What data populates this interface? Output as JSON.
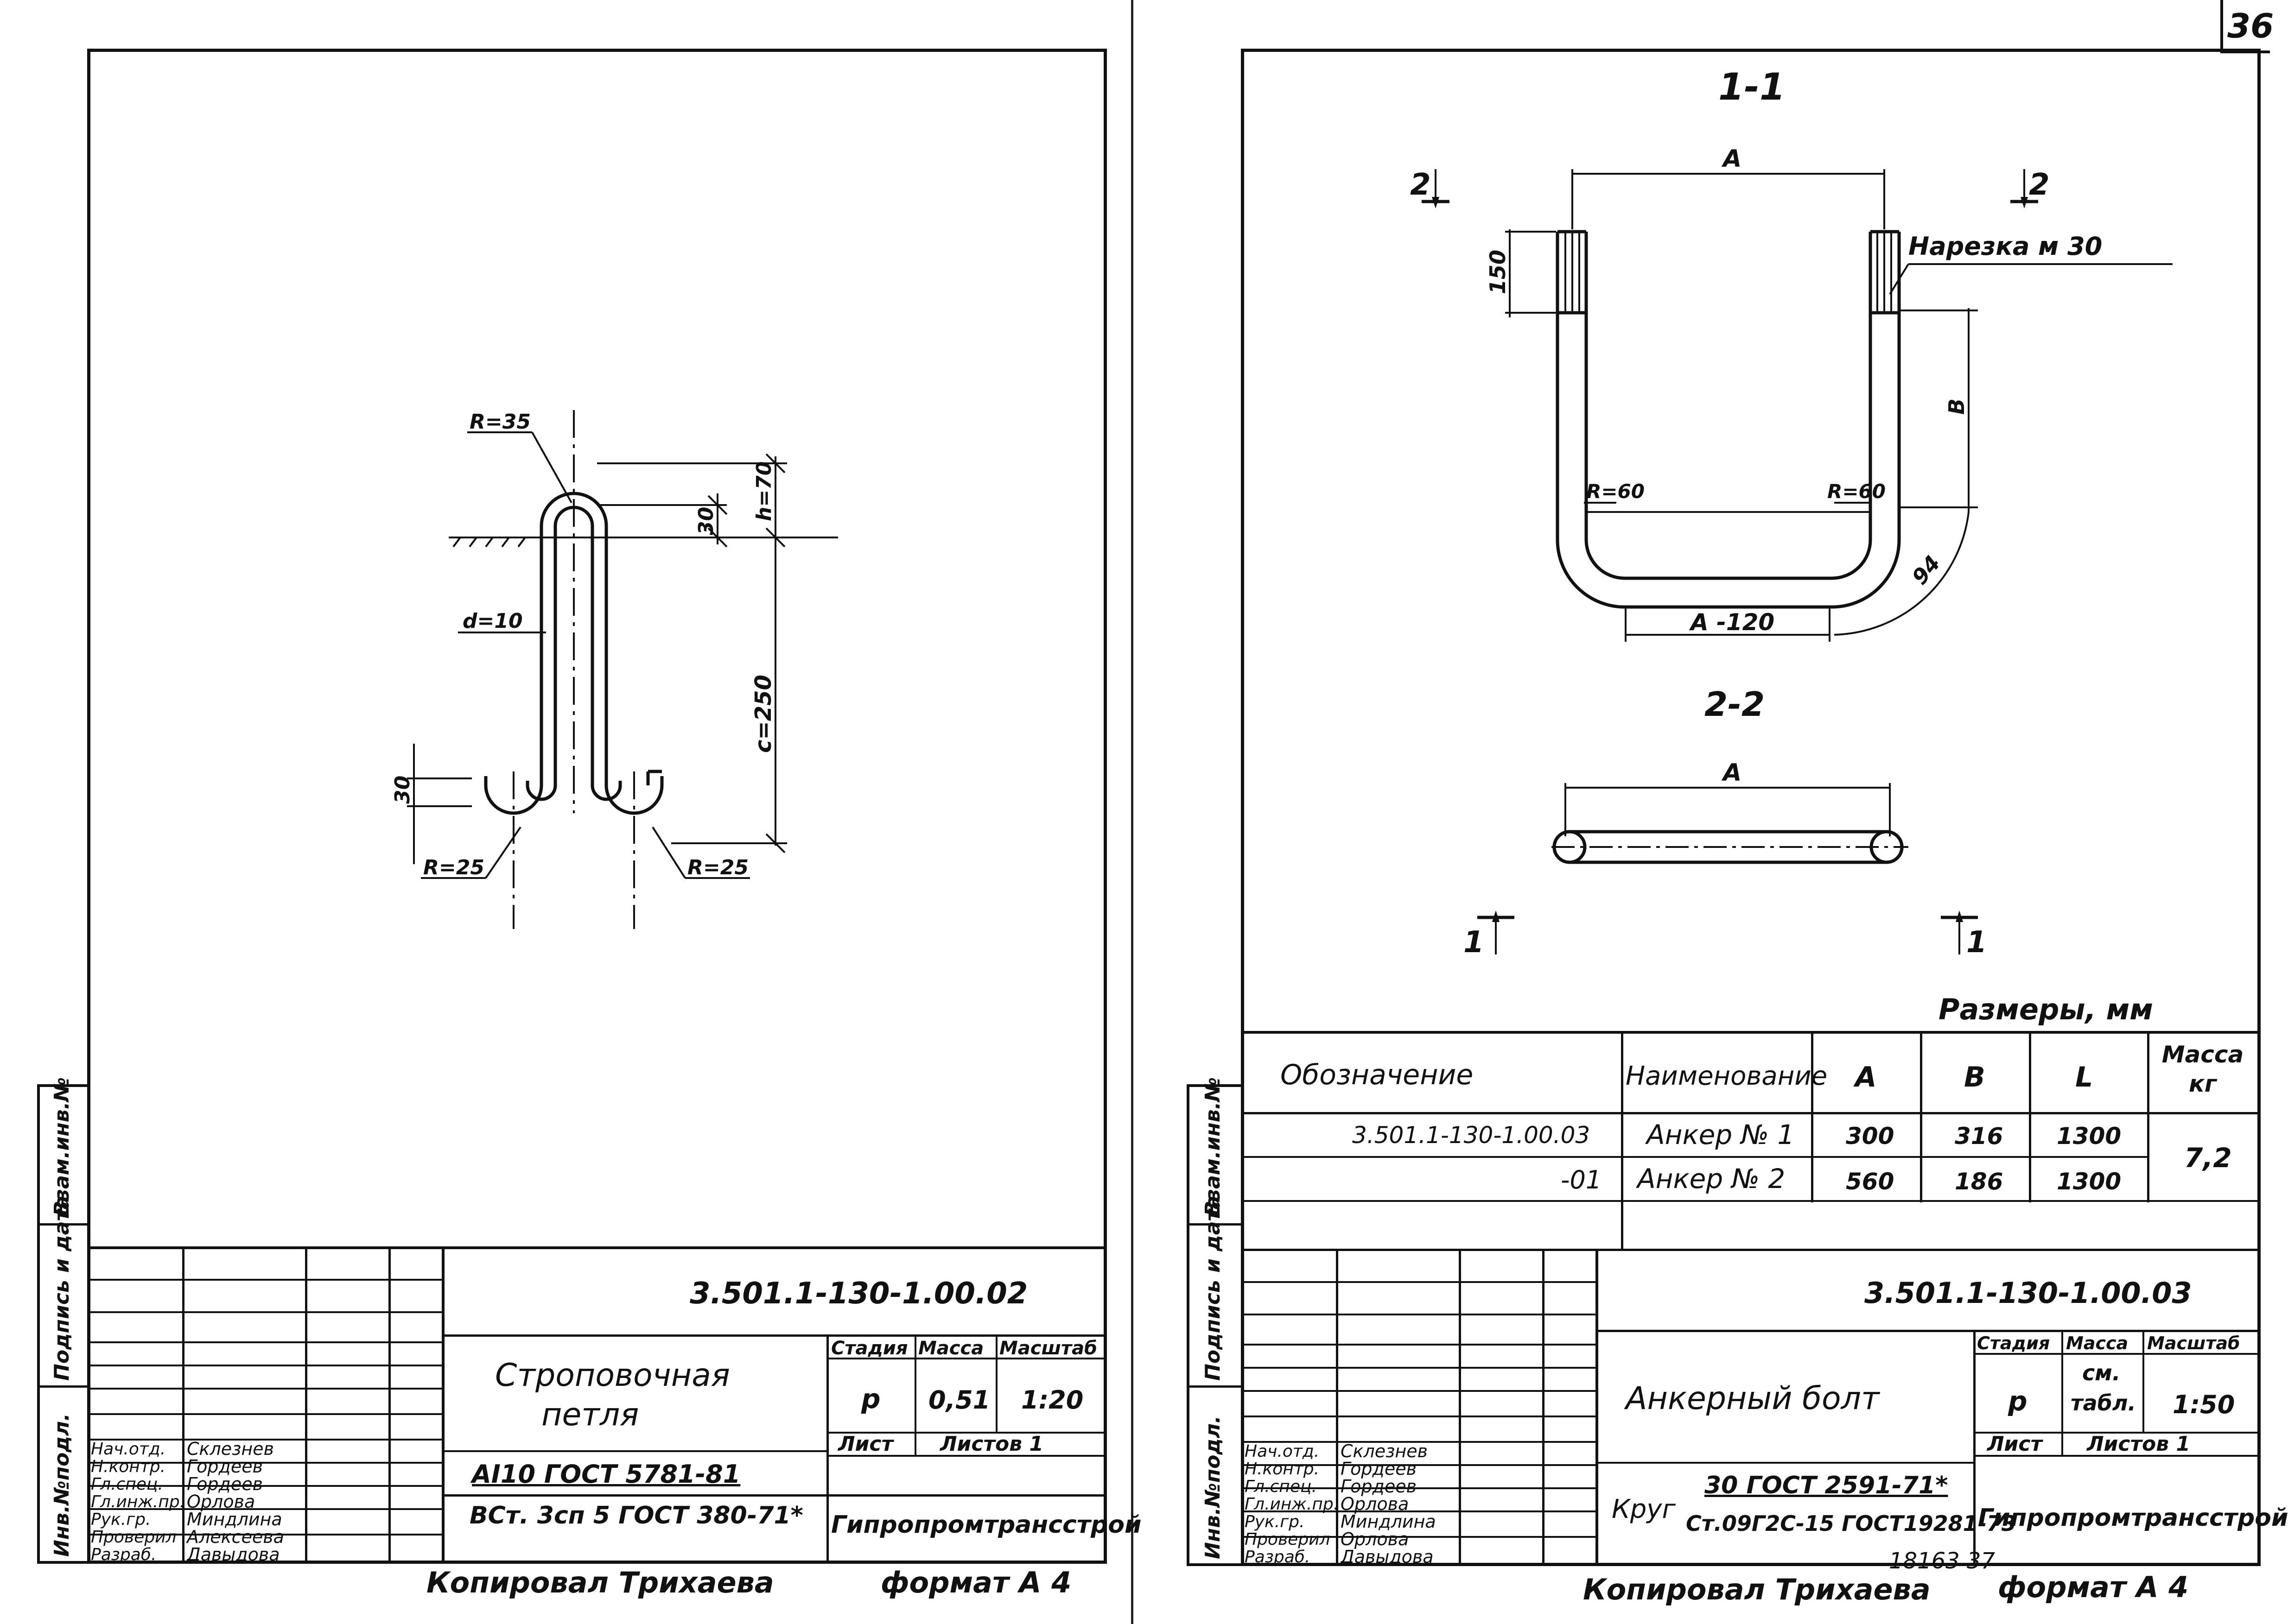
{
  "page_number": "36",
  "left_sheet": {
    "drawing": {
      "label_r35": "R=35",
      "label_h70": "h=70",
      "label_30_top": "30",
      "label_d10": "d=10",
      "label_c250": "c=250",
      "label_30_left": "30",
      "label_r25_left": "R=25",
      "label_r25_right": "R=25"
    },
    "title_block": {
      "code": "3.501.1-130-1.00.02",
      "title_line1": "Строповочная",
      "title_line2": "петля",
      "material_line1": "AI10  ГОСТ  5781-81",
      "material_line2": "ВСт. 3сп 5 ГОСТ 380-71*",
      "hdr_stage": "Стадия",
      "hdr_mass": "Масса",
      "hdr_scale": "Масштаб",
      "stage": "р",
      "mass": "0,51",
      "scale": "1:20",
      "sheet_label": "Лист",
      "sheets_label": "Листов  1",
      "org": "Гипропромтрансстрой"
    },
    "roles": [
      {
        "role": "Нач.отд.",
        "name": "Склезнев"
      },
      {
        "role": "Н.контр.",
        "name": "Гордеев"
      },
      {
        "role": "Гл.спец.",
        "name": "Гордеев"
      },
      {
        "role": "Гл.инж.пр.",
        "name": "Орлова"
      },
      {
        "role": "Рук.гр.",
        "name": "Миндлина"
      },
      {
        "role": "Проверил",
        "name": "Алексеева"
      },
      {
        "role": "Разраб.",
        "name": "Давыдова"
      }
    ],
    "side_labels": [
      "Инв.№подл.",
      "Подпись и дата",
      "Взам.инв.№"
    ],
    "copied_by": "Копировал   Трихаева",
    "format": "формат  А 4"
  },
  "right_sheet": {
    "drawing": {
      "section_11": "1-1",
      "section_22": "2-2",
      "label_a_top": "А",
      "label_150": "150",
      "thread": "Нарезка   м 30",
      "label_b": "В",
      "label_r60_left": "R=60",
      "label_r60_right": "R=60",
      "label_94": "94",
      "label_a120": "А -120",
      "label_a_22": "А",
      "mark_2_left": "2",
      "mark_2_right": "2",
      "mark_1_left": "1",
      "mark_1_right": "1",
      "dims_note": "Размеры, мм"
    },
    "spec_table": {
      "headers": [
        "Обозначение",
        "Наименование",
        "А",
        "В",
        "L",
        "Масса кг"
      ],
      "rows": [
        [
          "3.501.1-130-1.00.03",
          "Анкер  № 1",
          "300",
          "316",
          "1300"
        ],
        [
          "-01",
          "Анкер  № 2",
          "560",
          "186",
          "1300"
        ]
      ],
      "mass": "7,2"
    },
    "title_block": {
      "code": "3.501.1-130-1.00.03",
      "title": "Анкерный   болт",
      "material_prefix": "Круг",
      "material_line1": "30  ГОСТ  2591-71*",
      "material_line2": "Ст.09Г2С-15 ГОСТ19281-73",
      "hdr_stage": "Стадия",
      "hdr_mass": "Масса",
      "hdr_scale": "Масштаб",
      "stage": "р",
      "mass_line1": "см.",
      "mass_line2": "табл.",
      "scale": "1:50",
      "sheet_label": "Лист",
      "sheets_label": "Листов  1",
      "org": "Гипропромтрансстрой"
    },
    "roles": [
      {
        "role": "Нач.отд.",
        "name": "Склезнев"
      },
      {
        "role": "Н.контр.",
        "name": "Гордеев"
      },
      {
        "role": "Гл.спец.",
        "name": "Гордеев"
      },
      {
        "role": "Гл.инж.пр.",
        "name": "Орлова"
      },
      {
        "role": "Рук.гр.",
        "name": "Миндлина"
      },
      {
        "role": "Проверил",
        "name": "Орлова"
      },
      {
        "role": "Разраб.",
        "name": "Давыдова"
      }
    ],
    "side_labels": [
      "Инв.№подл.",
      "Подпись и дата",
      "Взам.инв.№"
    ],
    "copied_by": "Копировал   Трихаева",
    "archive_no": "18163  37",
    "format": "формат  А 4"
  }
}
